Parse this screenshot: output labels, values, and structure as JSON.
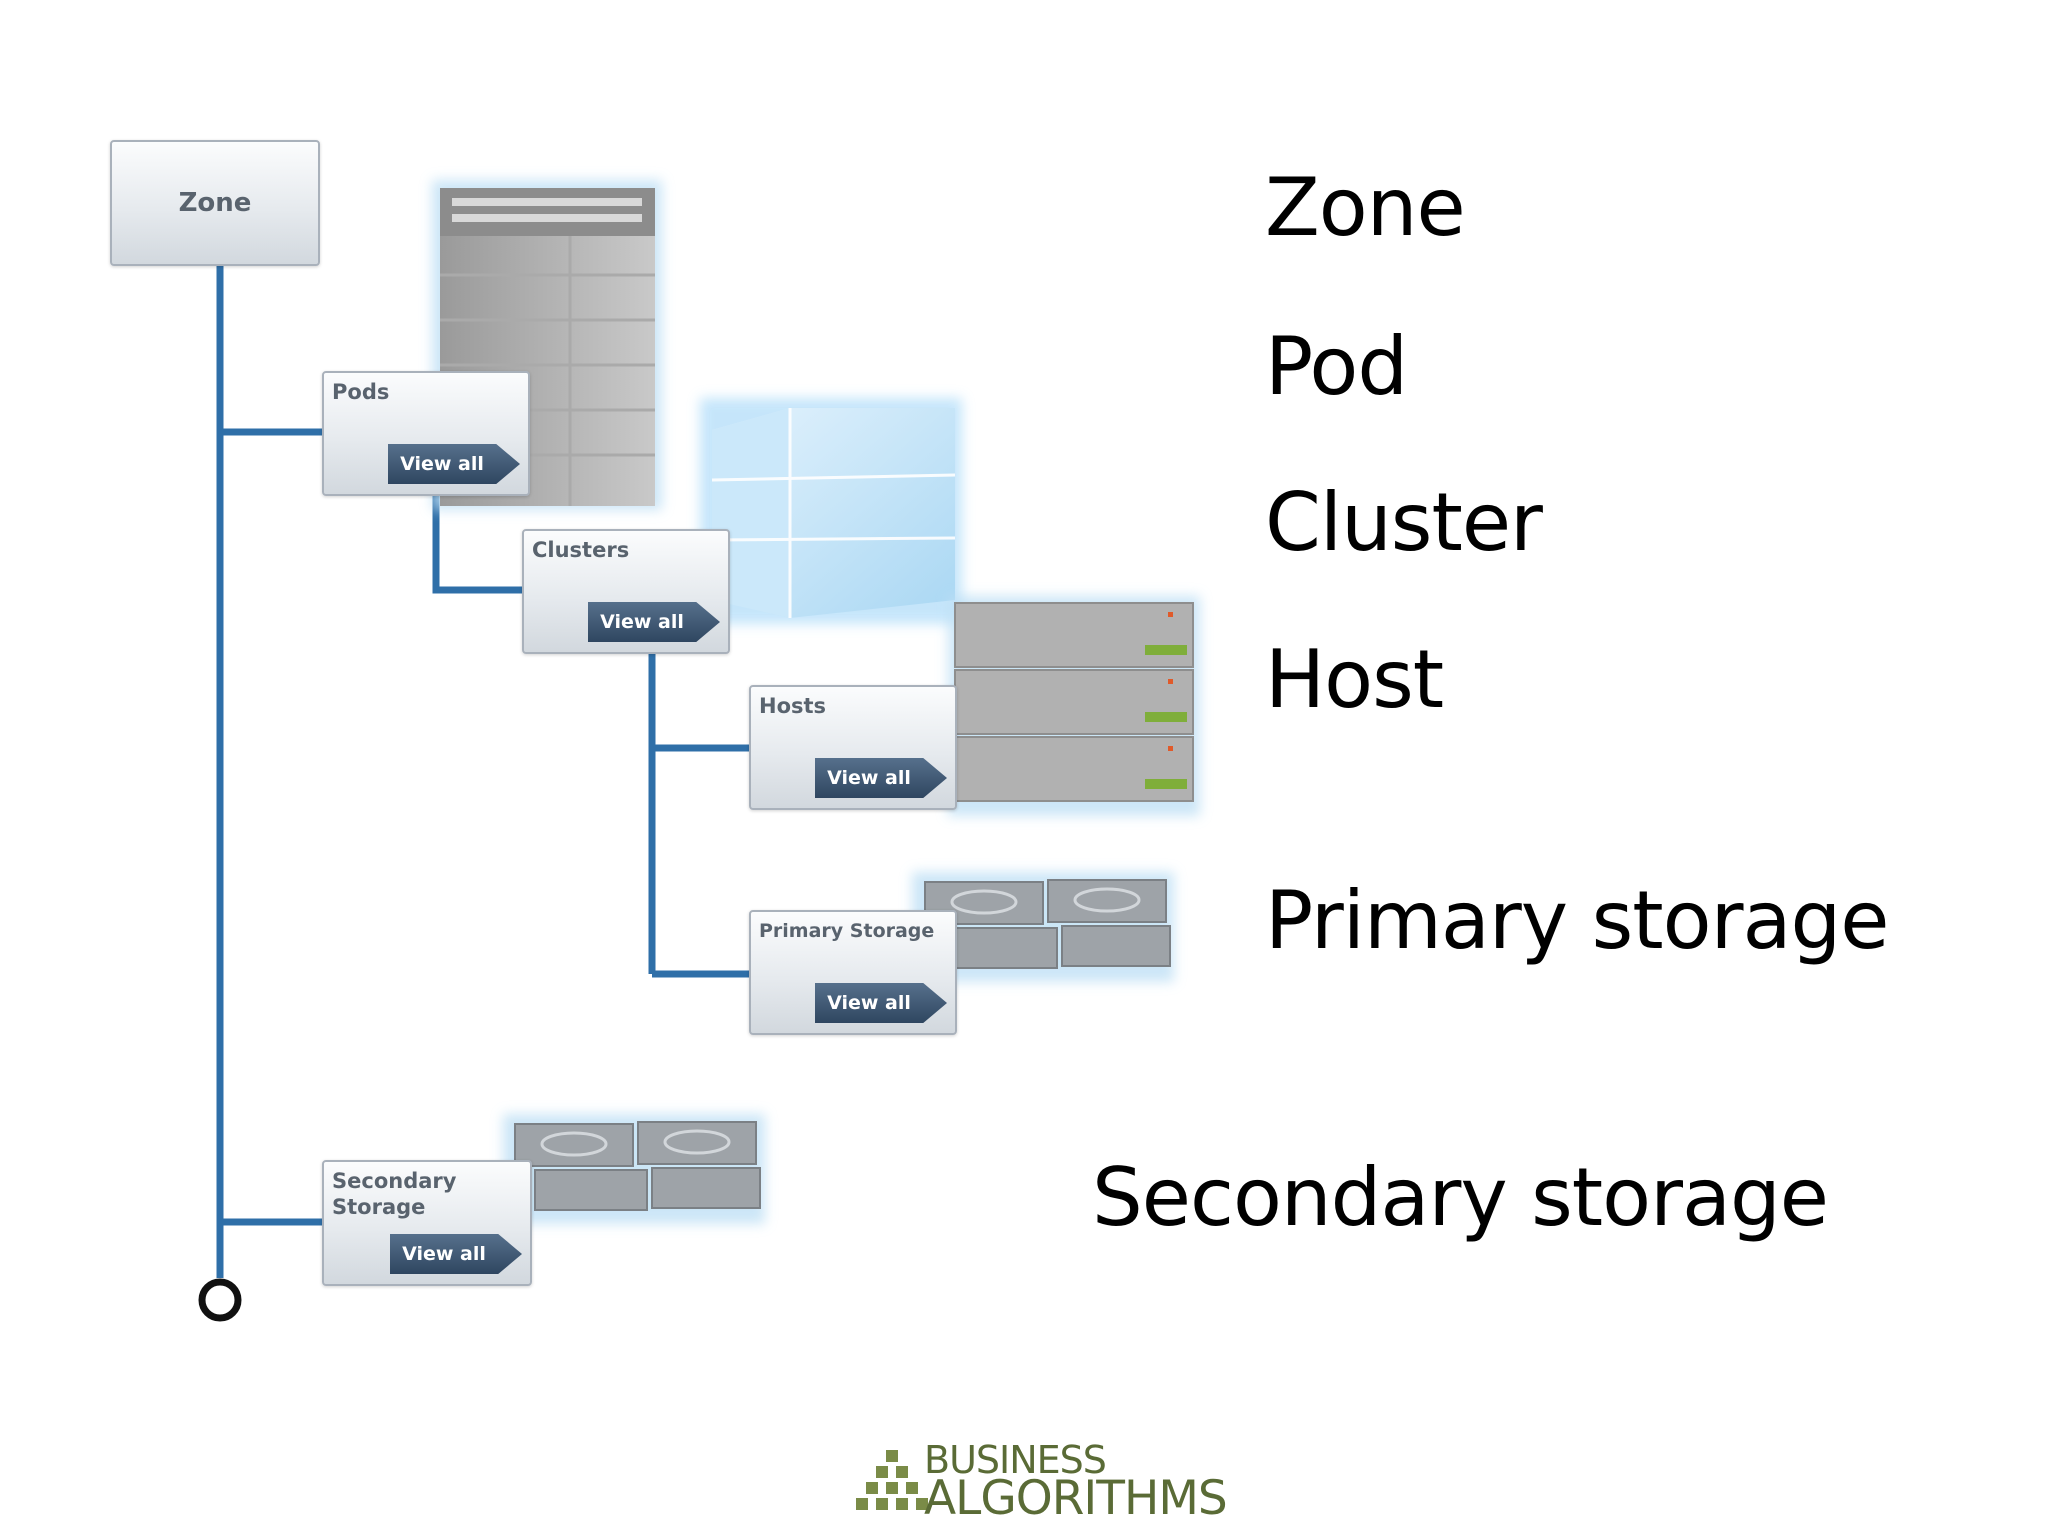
{
  "diagram": {
    "nodes": {
      "zone": {
        "title": "Zone"
      },
      "pods": {
        "title": "Pods",
        "button": "View all"
      },
      "clusters": {
        "title": "Clusters",
        "button": "View all"
      },
      "hosts": {
        "title": "Hosts",
        "button": "View all"
      },
      "primary": {
        "title": "Primary Storage",
        "button": "View all"
      },
      "secondary": {
        "title": "Secondary Storage",
        "button": "View all"
      }
    }
  },
  "labels": {
    "zone": "Zone",
    "pod": "Pod",
    "cluster": "Cluster",
    "host": "Host",
    "primary": "Primary storage",
    "secondary": "Secondary storage"
  },
  "logo": {
    "line1": "BUSINESS",
    "line2": "ALGORITHMS"
  },
  "colors": {
    "connector": "#2f6fa8",
    "button": "#3c546f",
    "logo_green": "#5a6b36"
  }
}
